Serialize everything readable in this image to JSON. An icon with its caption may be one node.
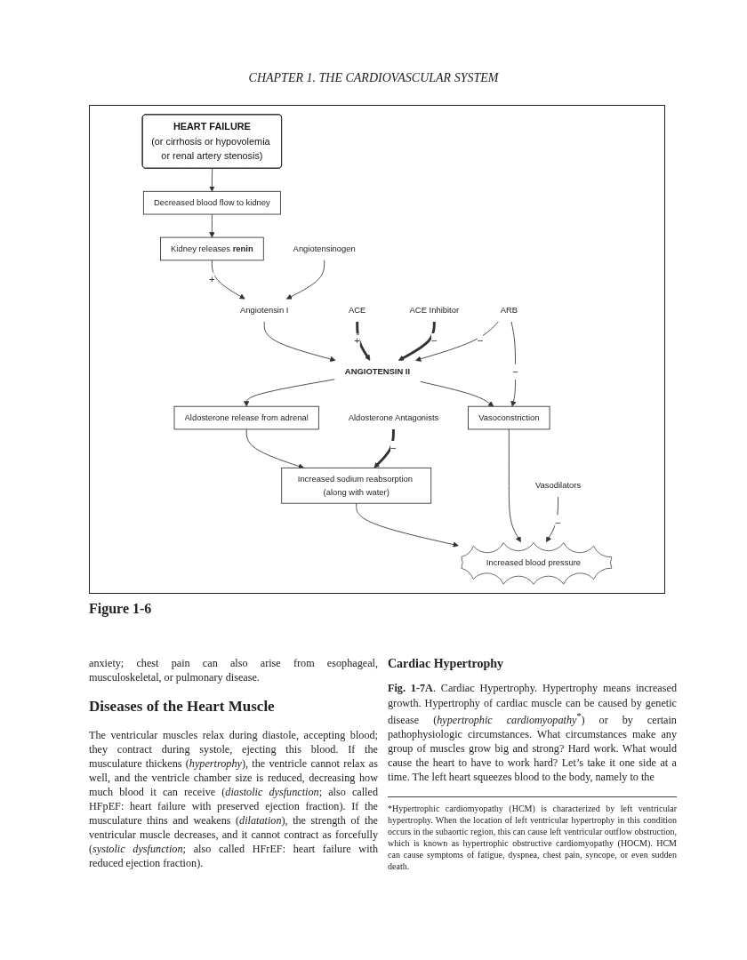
{
  "diagram": {
    "caption": "Figure 1-6",
    "nodes": [
      {
        "text": [
          "HEART FAILURE",
          "(or cirrhosis or hypovolemia or renal artery stenosis)"
        ]
      },
      {
        "text": [
          "Decreased blood flow to kidney"
        ]
      },
      {
        "text": [
          "Kidney releases **renin**"
        ]
      },
      {
        "text": [
          "Angiotensin I"
        ]
      },
      {
        "text": [
          "Angiotensinogen"
        ]
      },
      {
        "text": [
          "ACE"
        ]
      },
      {
        "text": [
          "ACE Inhibitor"
        ]
      },
      {
        "text": [
          "ANGIOTENSIN II"
        ]
      },
      {
        "text": [
          "Vasoconstriction"
        ]
      },
      {
        "text": [
          "ARB"
        ]
      },
      {
        "text": [
          "Aldosterone release from adrenal"
        ]
      },
      {
        "text": [
          "Aldosterone Antagonists"
        ]
      },
      {
        "text": [
          "Increased sodium reabsorption (along with water)"
        ]
      },
      {
        "text": [
          "Increased blood pressure"
        ]
      },
      {
        "text": [
          "Vasodilators"
        ]
      }
    ],
    "edges": [
      {
        "from": 0,
        "to": 1,
        "arrow": "to"
      },
      {
        "from": 1,
        "to": 2,
        "arrow": "to"
      },
      {
        "from": 2,
        "to": 3,
        "arrow": "to",
        "label": "+"
      },
      {
        "from": 4,
        "to": 3,
        "arrow": "to"
      },
      {
        "from": 3,
        "to": 7,
        "arrow": "to"
      },
      {
        "from": 5,
        "to": 7,
        "arrow": "to",
        "label": "+",
        "style": "thick"
      },
      {
        "from": 6,
        "to": 7,
        "arrow": "to",
        "label": "−",
        "style": "thick"
      },
      {
        "from": 7,
        "to": 8,
        "arrow": "to"
      },
      {
        "from": 9,
        "to": 8,
        "arrow": "to",
        "label": "−"
      },
      {
        "from": 9,
        "to": 7,
        "arrow": "to",
        "label": "−"
      },
      {
        "from": 7,
        "to": 10,
        "arrow": "to"
      },
      {
        "from": 10,
        "to": 12,
        "arrow": "to"
      },
      {
        "from": 11,
        "to": 12,
        "arrow": "to",
        "label": "−",
        "style": "thick"
      },
      {
        "from": 12,
        "to": 13,
        "arrow": "to"
      },
      {
        "from": 8,
        "to": 13,
        "arrow": "to"
      },
      {
        "from": 14,
        "to": 13,
        "arrow": "to",
        "label": "−"
      }
    ],
    "labels": [
      "CHAPTER 1. THE CARDIOVASCULAR SYSTEM",
      "anxiety; chest pain can also arise from esophageal, musculoskeletal, or pulmonary disease.",
      "Diseases of the Heart Muscle",
      "The ventricular muscles relax during diastole, accepting blood; they contract during systole, ejecting this blood. If the musculature thickens (*hypertrophy*), the ventricle cannot relax as well, and the ventricle chamber size is reduced, decreasing how much blood it can receive (*diastolic dysfunction*; also called HFpEF: heart failure with preserved ejection fraction). If the musculature thins and weakens (*dilatation*), the strength of the ventricular muscle decreases, and it cannot contract as forcefully (*systolic dysfunction*; also called HFrEF: heart failure with reduced ejection fraction).",
      "Cardiac Hypertrophy",
      "**Fig. 1-7A**. Cardiac Hypertrophy. Hypertrophy means increased growth. Hypertrophy of cardiac muscle can be caused by genetic disease (*hypertrophic cardiomyopathy*$^{*}$) or by certain pathophysiologic circumstances. What circumstances make any group of muscles grow big and strong? Hard work. What would cause the heart to have to work hard? Let’s take it one side at a time. The left heart squeezes blood to the body, namely to the",
      "*Hypertrophic cardiomyopathy (HCM) is characterized by left ventricular hypertrophy. When the location of left ventricular hypertrophy in this condition occurs in the subaortic region, this can cause left ventricular outflow obstruction, which is known as hypertrophic obstructive cardiomyopathy (HOCM). HCM can cause symptoms of fatigue, dyspnea, chest pain, syncope, or even sudden death."
    ]
  }
}
